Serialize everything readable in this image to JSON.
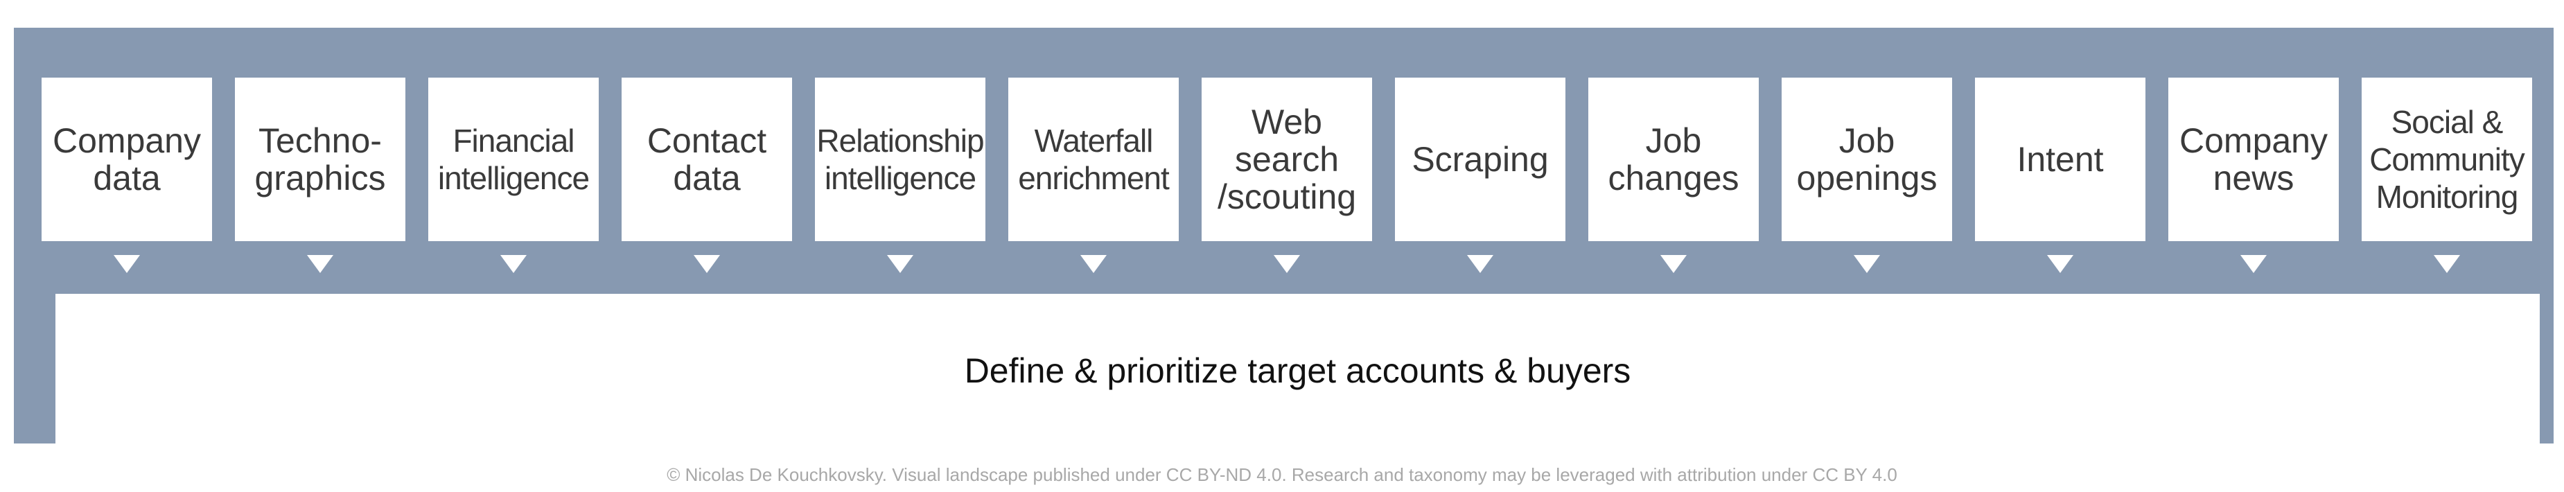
{
  "sources": [
    {
      "label": "Company\ndata"
    },
    {
      "label": "Techno-\ngraphics"
    },
    {
      "label": "Financial\nintelligence"
    },
    {
      "label": "Contact\ndata"
    },
    {
      "label": "Relationship\nintelligence"
    },
    {
      "label": "Waterfall\nenrichment"
    },
    {
      "label": "Web\nsearch\n/scouting"
    },
    {
      "label": "Scraping"
    },
    {
      "label": "Job\nchanges"
    },
    {
      "label": "Job\nopenings"
    },
    {
      "label": "Intent"
    },
    {
      "label": "Company\nnews"
    },
    {
      "label": "Social &\nCommunity\nMonitoring"
    }
  ],
  "target": {
    "label": "Define & prioritize target accounts & buyers"
  },
  "footer": {
    "text": "© Nicolas De Kouchkovsky. Visual landscape published under CC BY-ND 4.0. Research and taxonomy may be leveraged with attribution under CC BY 4.0"
  },
  "colors": {
    "frame": "#8799b1",
    "box": "#ffffff",
    "text": "#3a3a3a"
  }
}
